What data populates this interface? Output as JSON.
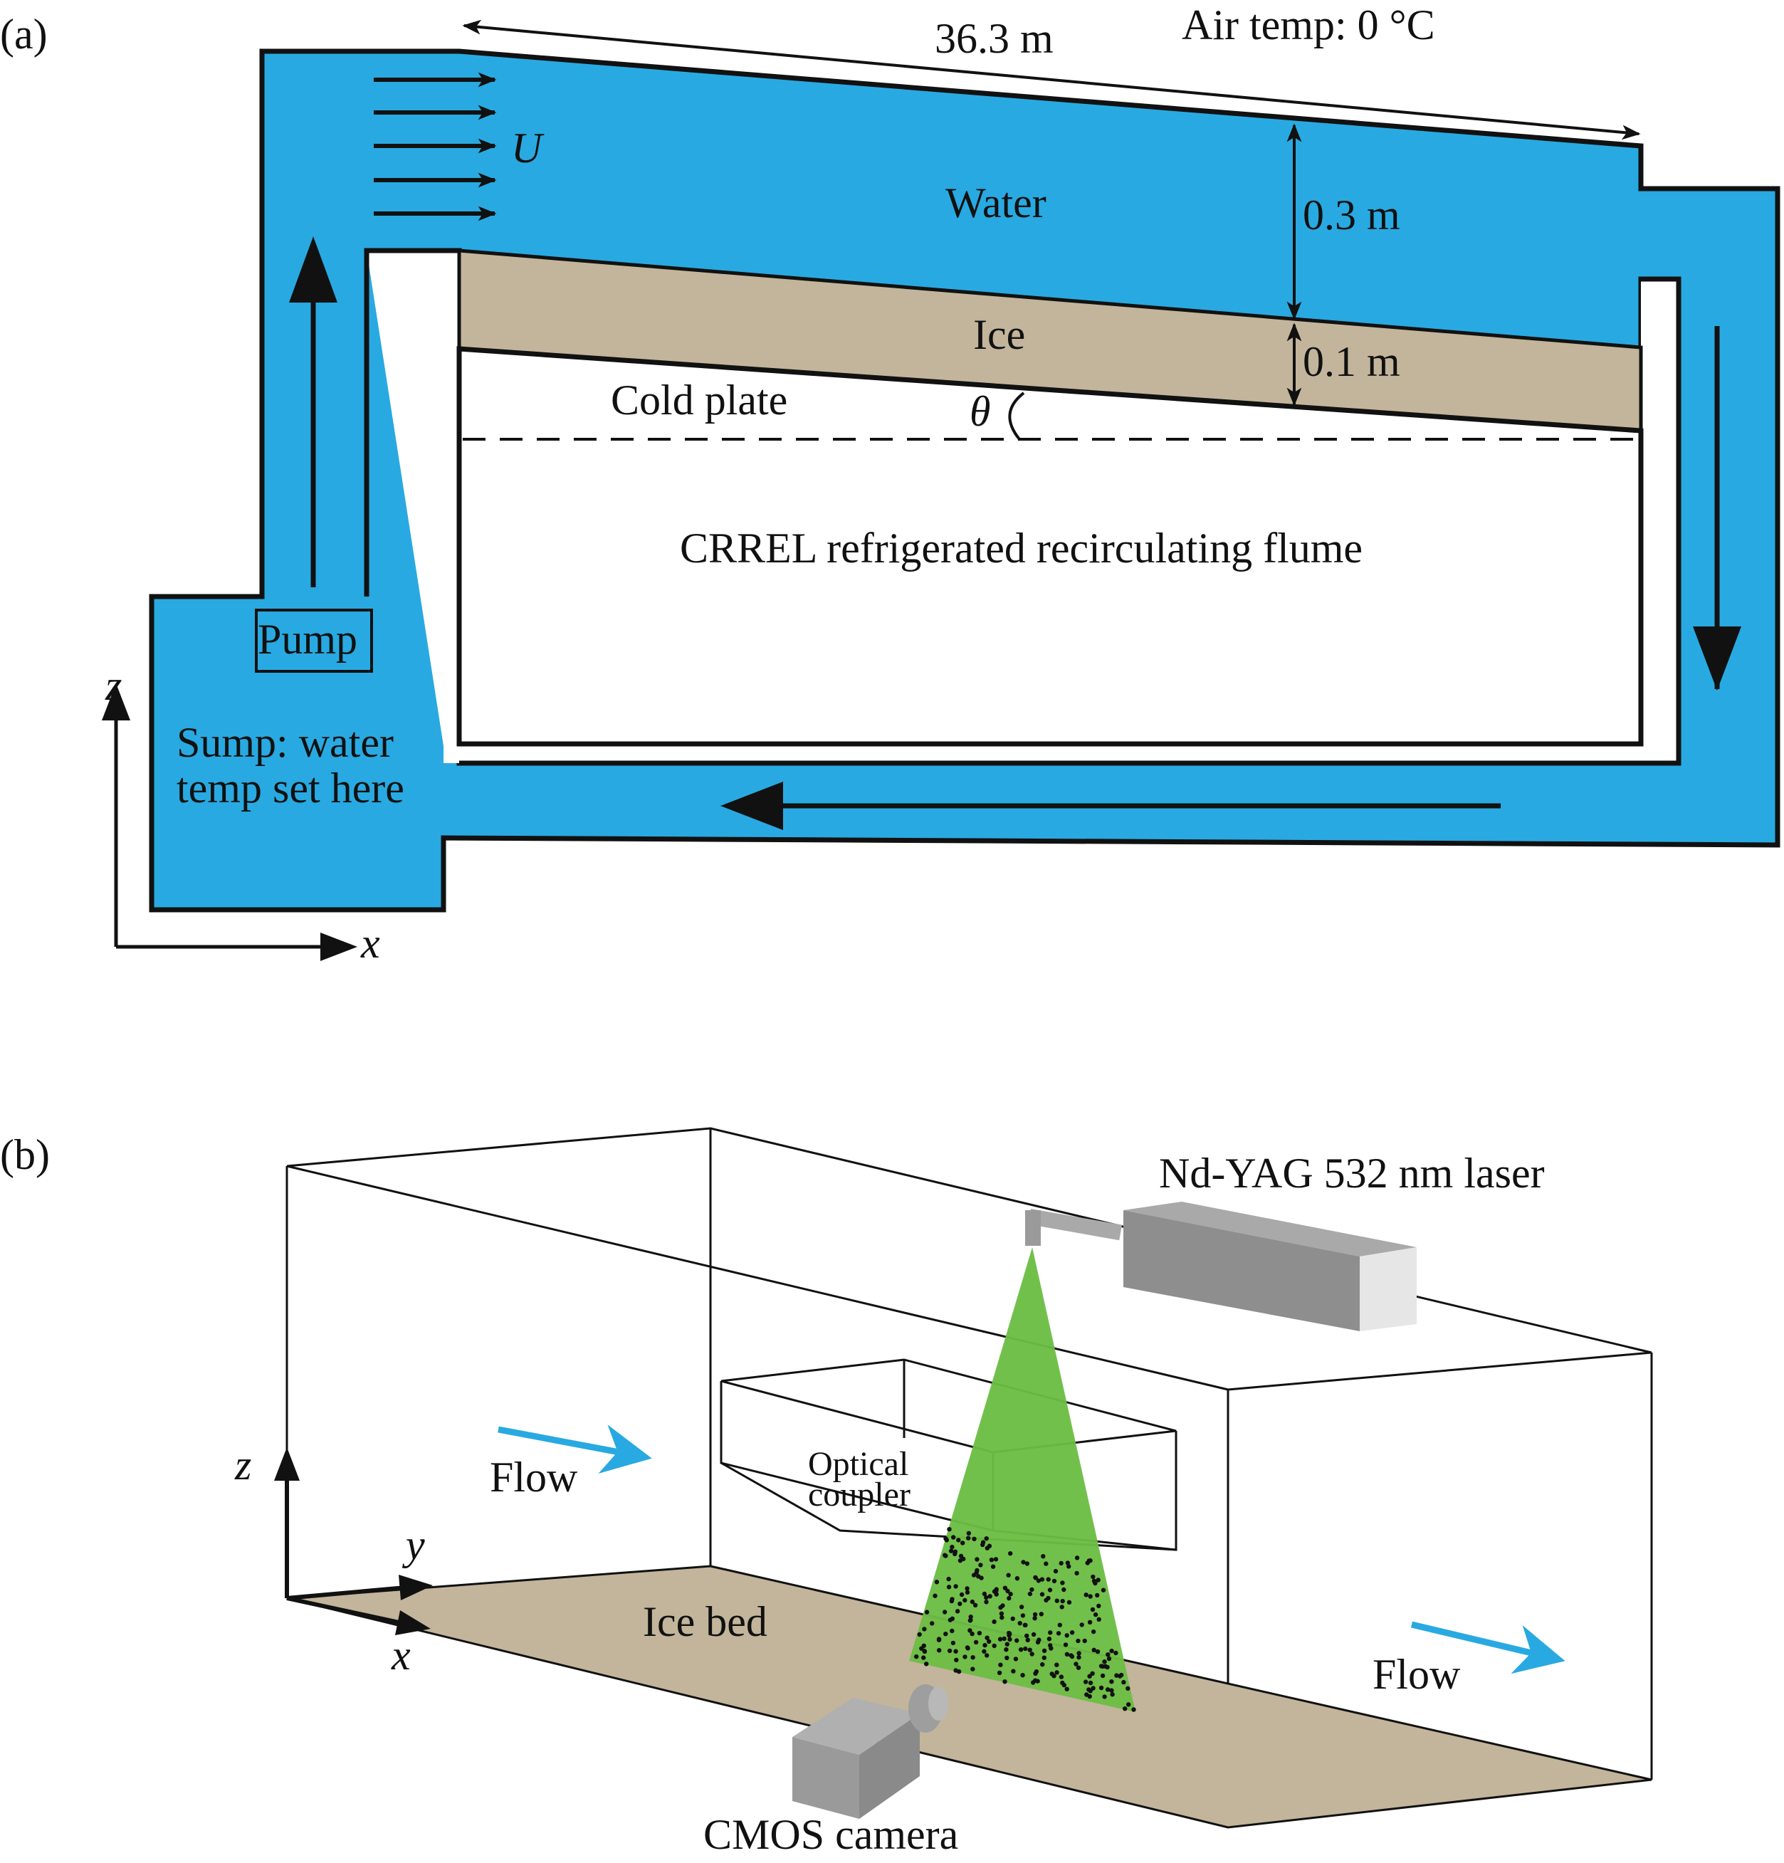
{
  "panel_a": {
    "tag": "(a)",
    "length_label": "36.3 m",
    "air_temp_label": "Air temp: 0 °C",
    "velocity_label": "U",
    "water_label": "Water",
    "water_depth_label": "0.3 m",
    "ice_label": "Ice",
    "ice_thickness_label": "0.1 m",
    "cold_plate_label": "Cold plate",
    "angle_label": "θ",
    "flume_label": "CRREL refrigerated recirculating flume",
    "pump_label": "Pump",
    "sump_label_line1": "Sump: water",
    "sump_label_line2": "temp set here",
    "axis_z": "z",
    "axis_x": "x"
  },
  "panel_b": {
    "tag": "(b)",
    "laser_label": "Nd-YAG 532 nm laser",
    "flow_label_left": "Flow",
    "flow_label_right": "Flow",
    "coupler_label_line1": "Optical",
    "coupler_label_line2": "coupler",
    "ice_bed_label": "Ice bed",
    "camera_label": "CMOS camera",
    "axis_z": "z",
    "axis_y": "y",
    "axis_x": "x"
  },
  "colors": {
    "water": "#29a9e1",
    "ice": "#c2b59b",
    "laser_sheet": "#6cbd45",
    "flow_arrow": "#29a9e1",
    "outline": "#111111",
    "device_dark": "#8e8e8e",
    "device_mid": "#a9a9a9",
    "device_light": "#e6e6e6"
  }
}
